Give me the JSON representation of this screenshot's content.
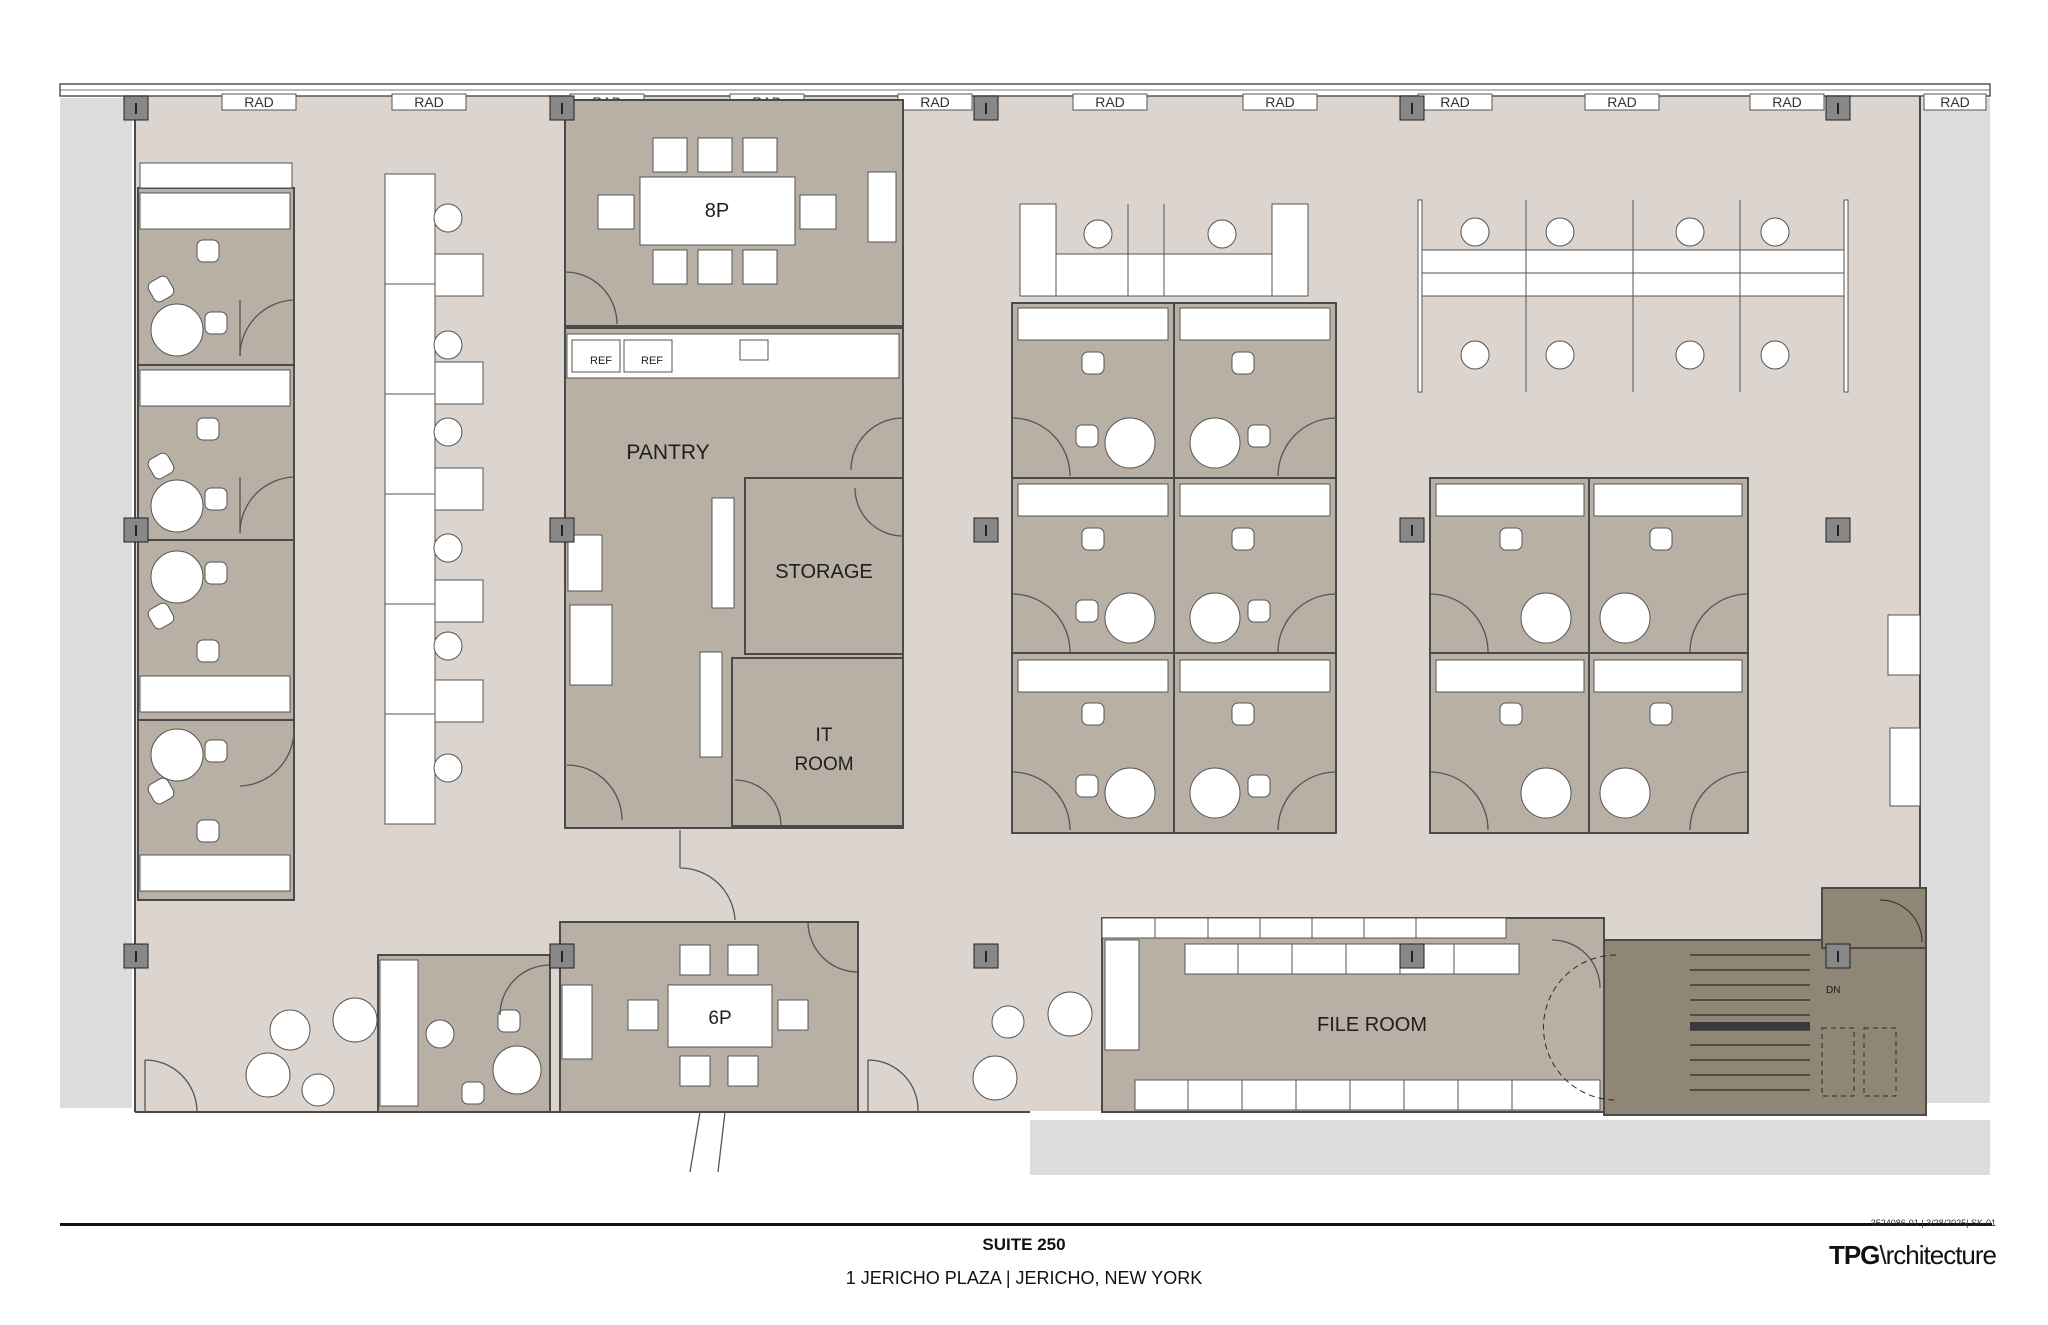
{
  "drawing": {
    "sheet_ref": "3524086-01 | 3/28/2025| SK-01",
    "title": "SUITE 250",
    "address": "1 JERICHO PLAZA | JERICHO, NEW YORK",
    "brand_bold": "TPG",
    "brand_rest": "\\rchitecture"
  },
  "rooms": {
    "conference_8p": "8P",
    "pantry": "PANTRY",
    "storage": "STORAGE",
    "it_room_line1": "IT",
    "it_room_line2": "ROOM",
    "conference_6p": "6P",
    "file_room": "FILE ROOM",
    "ref_1": "REF",
    "ref_2": "REF",
    "stair_dn": "DN"
  },
  "radiator_label": "RAD",
  "colors": {
    "floor": "#dcd4cf",
    "room": "#b8afa5",
    "wall": "#4a4a4a",
    "exterior": "#dcdcdc",
    "stair": "#8f8676"
  }
}
